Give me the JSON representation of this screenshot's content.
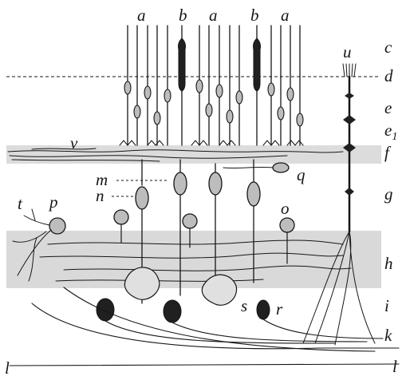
{
  "labels": {
    "a": "a",
    "b": "b",
    "c": "c",
    "d": "d",
    "e": "e",
    "e1_base": "e",
    "e1_sub": "1",
    "f": "f",
    "g": "g",
    "h": "h",
    "i": "i",
    "k": "k",
    "l": "l",
    "m": "m",
    "n": "n",
    "o": "o",
    "p": "p",
    "q": "q",
    "r": "r",
    "s": "s",
    "t": "t",
    "u": "u",
    "v": "v"
  },
  "colors": {
    "ink": "#161616",
    "outer_plexiform_band": "#dcdcdc",
    "inner_plexiform_band": "#d9d9d9",
    "cell_fill": "#bdbdbd",
    "cone_fill": "#202020"
  }
}
